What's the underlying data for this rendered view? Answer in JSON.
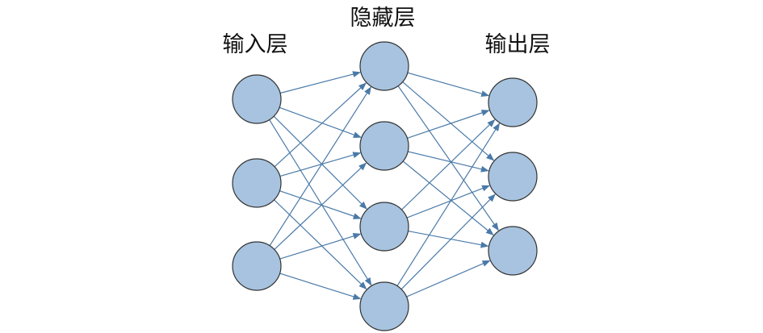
{
  "layers": [
    {
      "id": "input",
      "label": "输入层",
      "node_count": 3
    },
    {
      "id": "hidden",
      "label": "隐藏层",
      "node_count": 4
    },
    {
      "id": "output",
      "label": "输出层",
      "node_count": 3
    }
  ],
  "connections": "fully-connected",
  "colors": {
    "node_fill": "#a7c3df",
    "node_stroke": "#333333",
    "edge": "#4a7aa8",
    "text": "#111111"
  }
}
